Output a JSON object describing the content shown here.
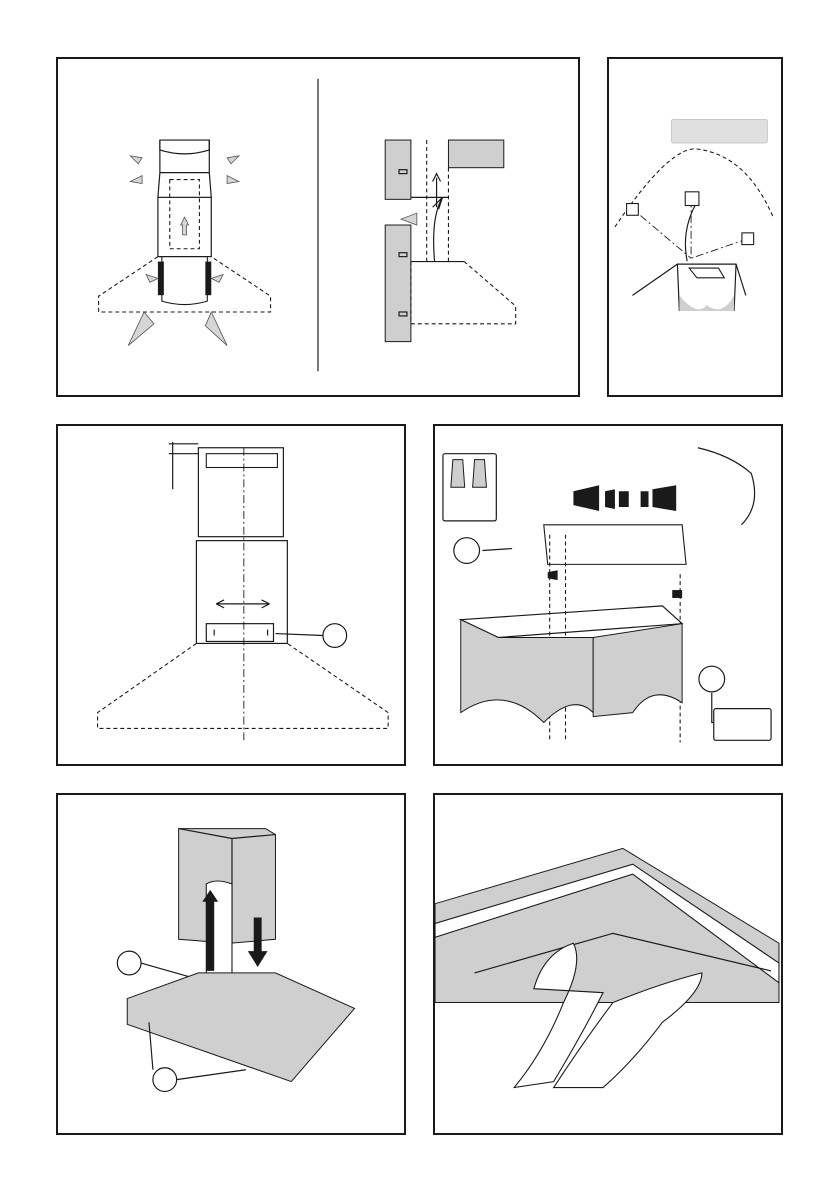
{
  "figure": {
    "panel_count": 6,
    "colors": {
      "line": "#1a1a1a",
      "surface_gray": "#cfcfcf",
      "label_box": "#e0e0e0"
    }
  },
  "panels": {
    "air_flow": {
      "description_icon": "air-flow-diagram"
    },
    "wiring": {
      "label_box_text": ""
    },
    "bracket_spacing": {
      "callout_label": ""
    },
    "wall_fixing": {
      "callout_label_left": "",
      "callout_label_right": ""
    },
    "chimney_fitting": {
      "callout_label_top": "",
      "callout_label_bottom": ""
    },
    "filter_removal": {
      "description_icon": "filter-removal-hands"
    }
  }
}
